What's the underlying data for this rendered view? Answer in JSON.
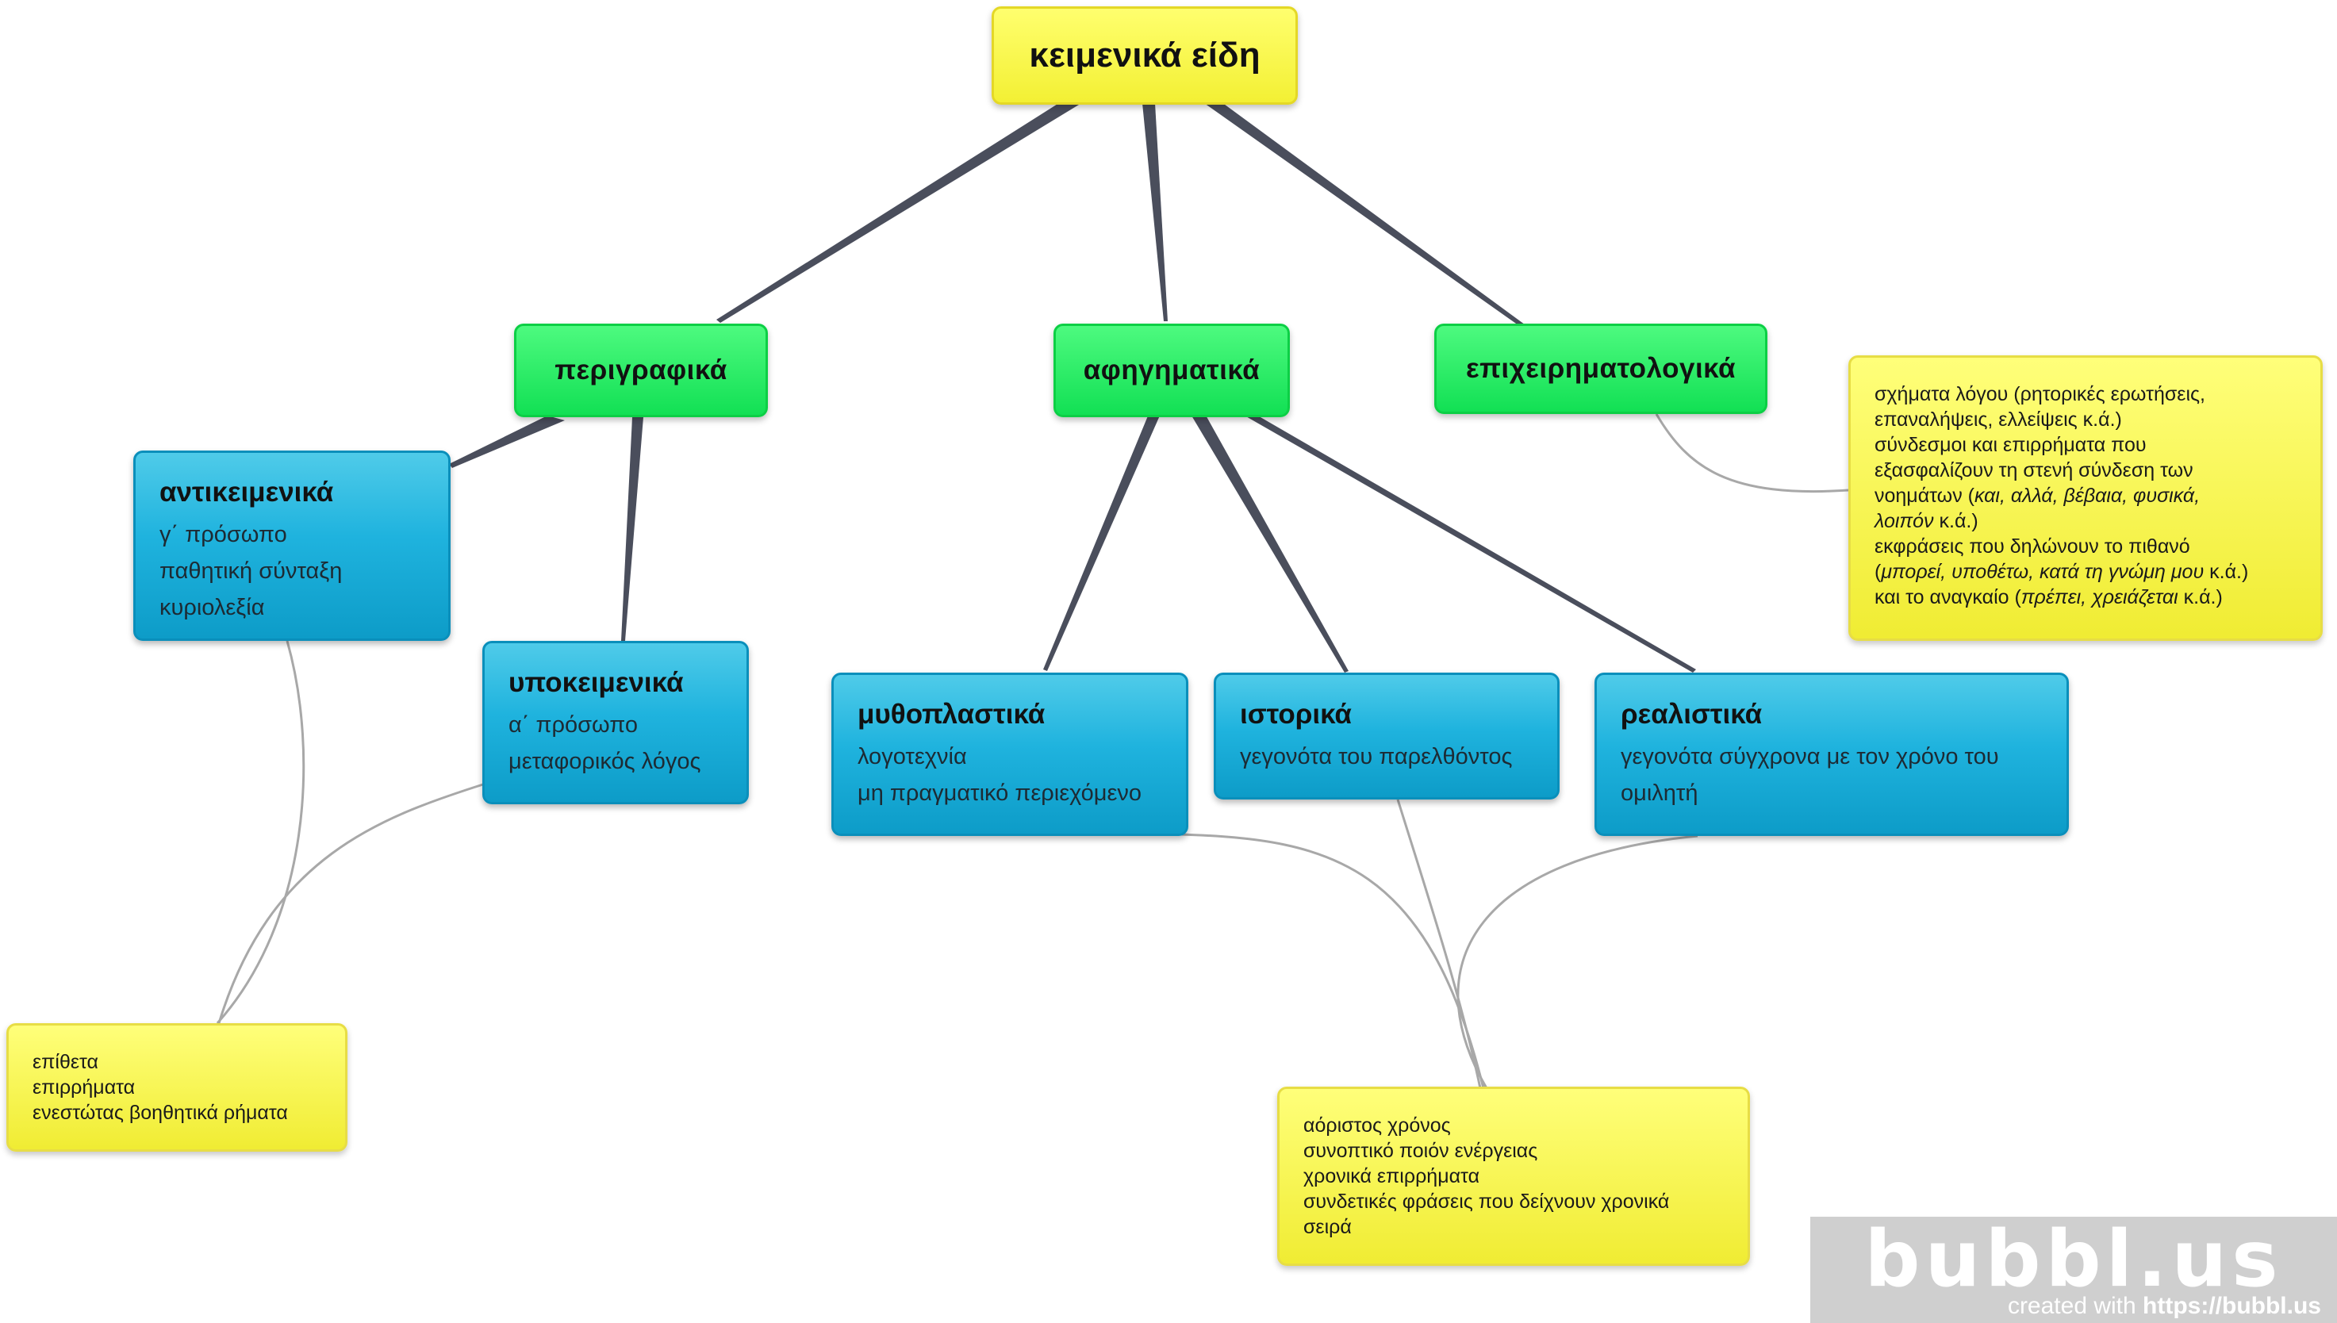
{
  "root": {
    "label": "κειμενικά είδη"
  },
  "categories": {
    "descriptive": "περιγραφικά",
    "narrative": "αφηγηματικά",
    "argumentative": "επιχειρηματολογικά"
  },
  "subtypes": {
    "objective": {
      "title": "αντικειμενικά",
      "lines": [
        "γ΄ πρόσωπο",
        "παθητική σύνταξη",
        "κυριολεξία"
      ]
    },
    "subjective": {
      "title": "υποκειμενικά",
      "lines": [
        "α΄ πρόσωπο",
        "μεταφορικός λόγος"
      ]
    },
    "fictional": {
      "title": "μυθοπλαστικά",
      "lines": [
        "λογοτεχνία",
        "μη πραγματικό περιεχόμενο"
      ]
    },
    "historical": {
      "title": "ιστορικά",
      "lines": [
        "γεγονότα του παρελθόντος"
      ]
    },
    "realistic": {
      "title": "ρεαλιστικά",
      "lines": [
        "γεγονότα σύγχρονα με τον χρόνο του",
        "ομιλητή"
      ]
    }
  },
  "notes": {
    "argumentative": {
      "l1": "σχήματα λόγου (ρητορικές ερωτήσεις,",
      "l2": "επαναλήψεις, ελλείψεις κ.ά.)",
      "l3": "σύνδεσμοι και επιρρήματα που",
      "l4": "εξασφαλίζουν τη στενή σύνδεση των",
      "l5_pre": "νοημάτων (",
      "l5_it": "και, αλλά, βέβαια, φυσικά,",
      "l6_it": "λοιπόν",
      "l6_post": " κ.ά.)",
      "l7": "εκφράσεις που δηλώνουν το πιθανό",
      "l8_pre": "(",
      "l8_it": "μπορεί, υποθέτω, κατά τη γνώμη μου",
      "l8_post": " κ.ά.)",
      "l9_pre": "και το αναγκαίο (",
      "l9_it": "πρέπει, χρειάζεται",
      "l9_post": " κ.ά.)"
    },
    "descriptive": [
      "επίθετα",
      "επιρρήματα",
      "ενεστώτας βοηθητικά ρήματα"
    ],
    "narrative": [
      "αόριστος χρόνος",
      "συνοπτικό ποιόν ενέργειας",
      "χρονικά επιρρήματα",
      "συνδετικές φράσεις που δείχνουν χρονικά",
      "σειρά"
    ]
  },
  "watermark": {
    "brand": "bubbl.us",
    "credit_pre": "created with ",
    "credit_url": "https://bubbl.us"
  },
  "colors": {
    "root": "#f5f23a",
    "category": "#1de65c",
    "subtype": "#17a9d6",
    "note": "#f5f23a",
    "connector": "#4a4e5c",
    "note_link": "#a8a8a8"
  }
}
